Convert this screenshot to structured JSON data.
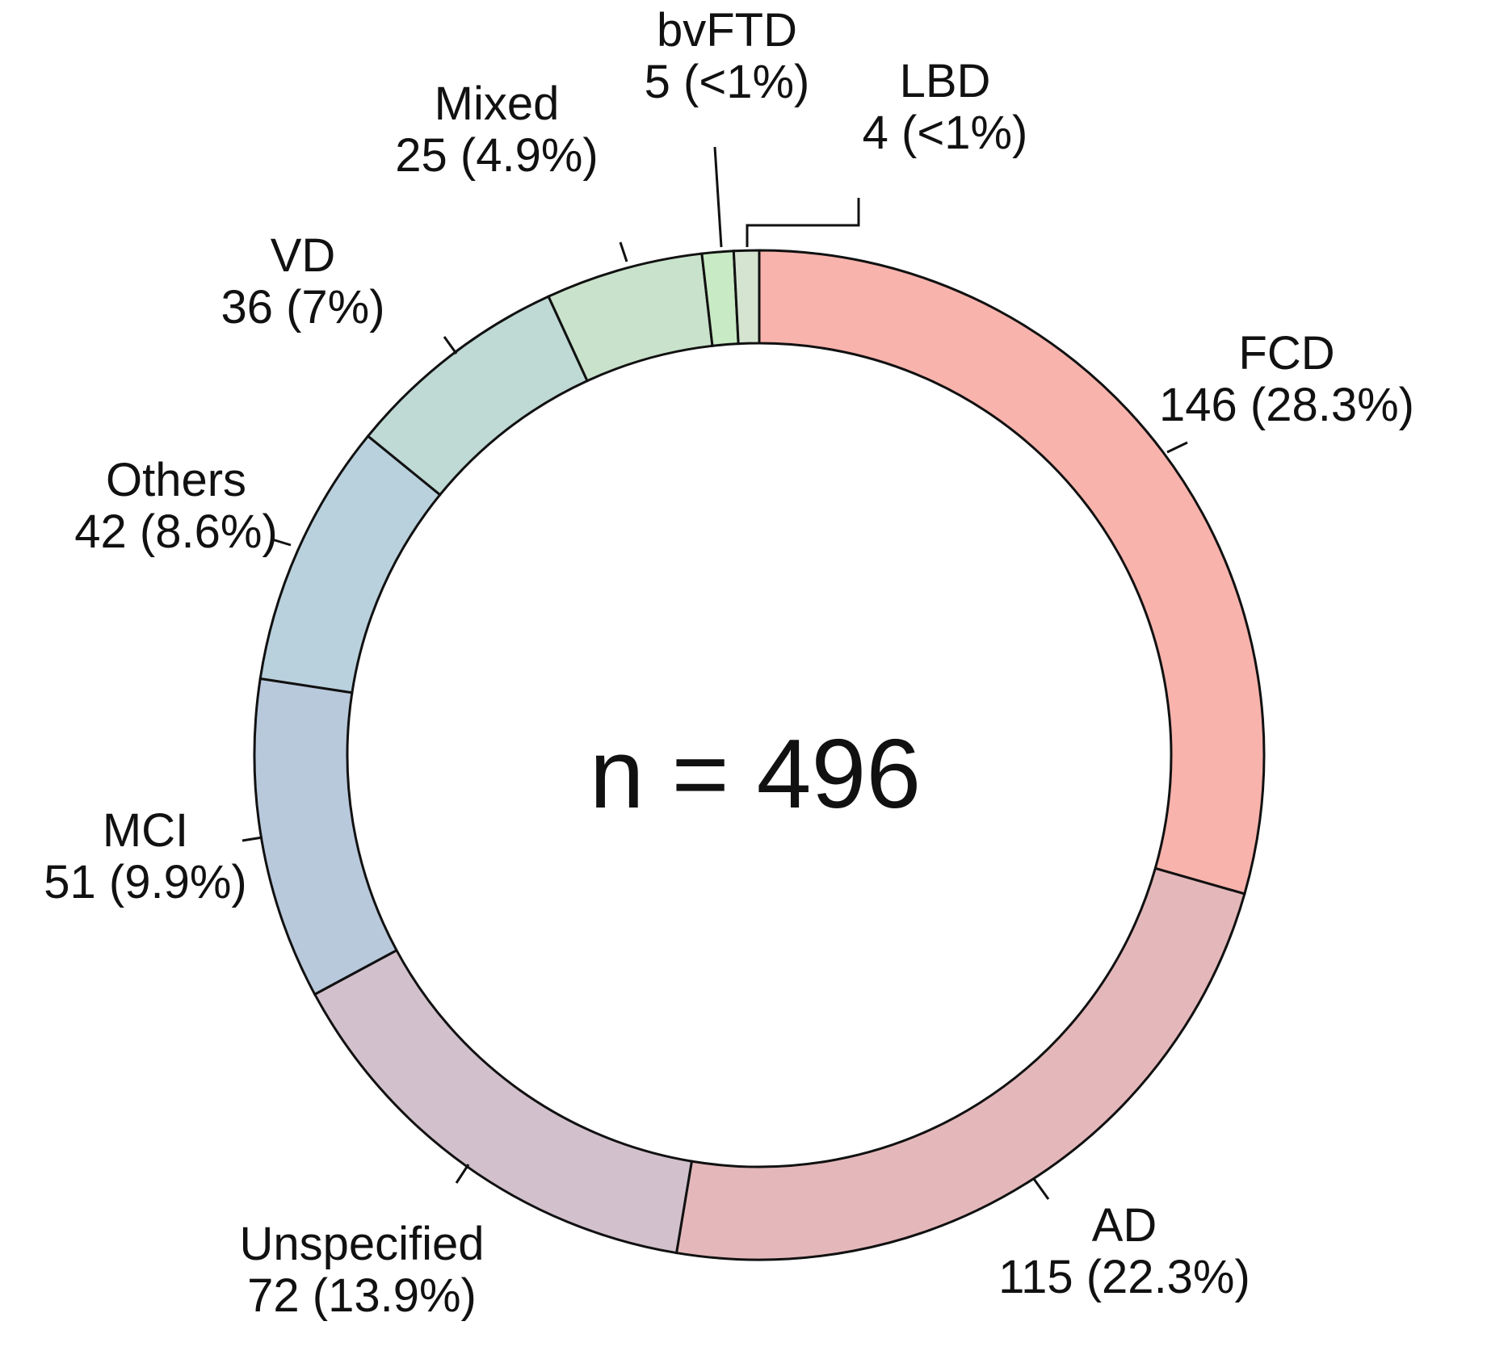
{
  "chart_data": {
    "type": "pie",
    "donut": true,
    "center_text": "n = 496",
    "categories": [
      "FCD",
      "AD",
      "Unspecified",
      "MCI",
      "Others",
      "VD",
      "Mixed",
      "bvFTD",
      "LBD"
    ],
    "values": [
      146,
      115,
      72,
      51,
      42,
      36,
      25,
      5,
      4
    ],
    "value_labels": [
      "146 (28.3%)",
      "115 (22.3%)",
      "72 (13.9%)",
      "51 (9.9%)",
      "42 (8.6%)",
      "36 (7%)",
      "25 (4.9%)",
      "5 (<1%)",
      "4 (<1%)"
    ],
    "colors": [
      "#F8B3AD",
      "#E4B8BB",
      "#D2C1CD",
      "#B9C9DC",
      "#B9D1DD",
      "#BFD9D4",
      "#C9E2CB",
      "#C8EAC4",
      "#D4E4D1"
    ],
    "start": "12 o'clock",
    "direction": "clockwise",
    "legend": "none"
  }
}
